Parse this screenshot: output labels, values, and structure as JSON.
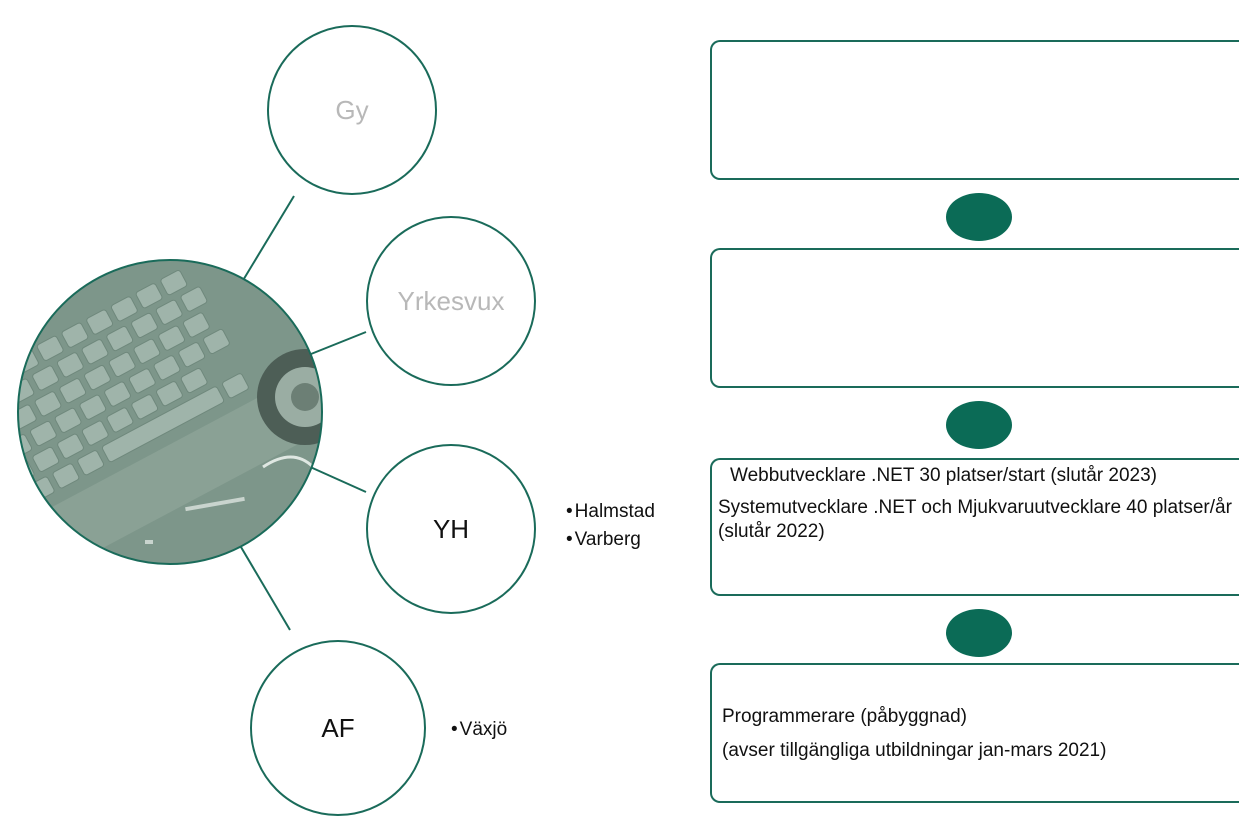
{
  "colors": {
    "accent": "#1a6b5a",
    "connector": "#0b6b56",
    "muted_text": "#b8b8b8"
  },
  "hub": {
    "image": "keyboard-photo"
  },
  "nodes": {
    "gy": {
      "label": "Gy"
    },
    "yrkesvux": {
      "label": "Yrkesvux"
    },
    "yh": {
      "label": "YH",
      "locations": [
        "Halmstad",
        "Varberg"
      ]
    },
    "af": {
      "label": "AF",
      "locations": [
        "Växjö"
      ]
    }
  },
  "boxes": {
    "gy": {
      "lines": []
    },
    "yrkesvux": {
      "lines": []
    },
    "yh": {
      "lines": [
        "Webbutvecklare .NET 30 platser/start (slutår 2023)",
        "Systemutvecklare .NET och Mjukvaruutvecklare 40 platser/år (slutår 2022)"
      ]
    },
    "af": {
      "lines": [
        "Programmerare (påbyggnad)",
        "(avser tillgängliga utbildningar jan-mars 2021)"
      ]
    }
  }
}
